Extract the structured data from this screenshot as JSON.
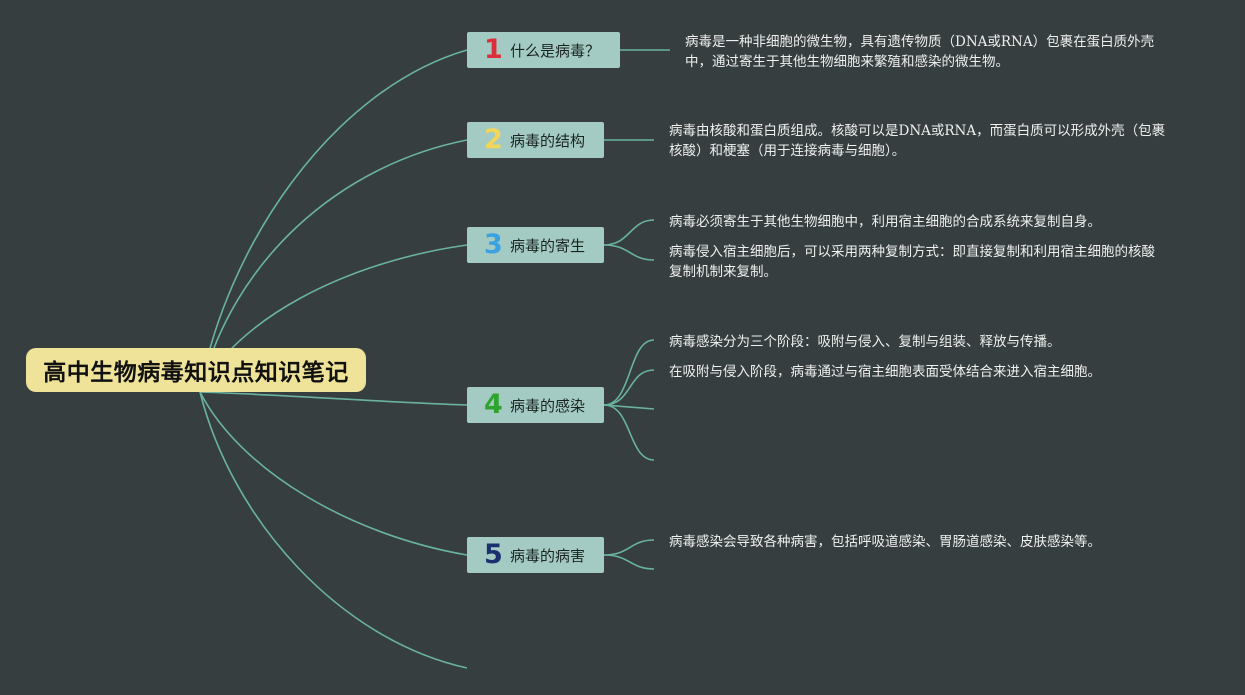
{
  "root": {
    "title": "高中生物病毒知识点知识笔记"
  },
  "topics": [
    {
      "number": "1",
      "number_color": "#dc2f3a",
      "label": "什么是病毒？",
      "notes": [
        "病毒是一种非细胞的微生物，具有遗传物质（DNA或RNA）包裹在蛋白质外壳中，通过寄生于其他生物细胞来繁殖和感染的微生物。"
      ]
    },
    {
      "number": "2",
      "number_color": "#f2d65a",
      "label": "病毒的结构",
      "notes": [
        "病毒由核酸和蛋白质组成。核酸可以是DNA或RNA，而蛋白质可以形成外壳（包裹核酸）和梗塞（用于连接病毒与细胞）。"
      ]
    },
    {
      "number": "3",
      "number_color": "#3aa3df",
      "label": "病毒的寄生",
      "notes": [
        "病毒必须寄生于其他生物细胞中，利用宿主细胞的合成系统来复制自身。",
        "病毒侵入宿主细胞后，可以采用两种复制方式：即直接复制和利用宿主细胞的核酸复制机制来复制。"
      ]
    },
    {
      "number": "4",
      "number_color": "#2fa52f",
      "label": "病毒的感染",
      "notes": [
        "病毒感染分为三个阶段：吸附与侵入、复制与组装、释放与传播。",
        "在吸附与侵入阶段，病毒通过与宿主细胞表面受体结合来进入宿主细胞。"
      ]
    },
    {
      "number": "5",
      "number_color": "#1c2f6e",
      "label": "病毒的病害",
      "notes": [
        "病毒感染会导致各种病害，包括呼吸道感染、胃肠道感染、皮肤感染等。"
      ]
    }
  ],
  "colors": {
    "background": "#373e40",
    "connector": "#69b39e",
    "root_fill": "#efe39a",
    "topic_fill": "#a3cbc3"
  }
}
